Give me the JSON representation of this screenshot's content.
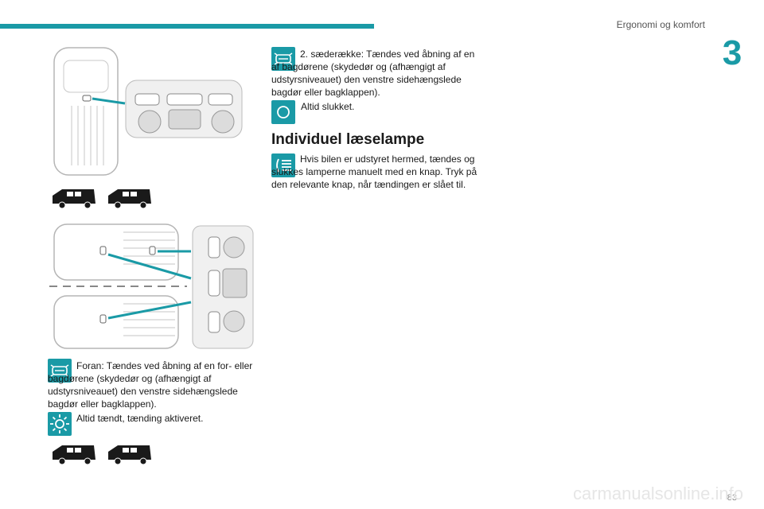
{
  "header": {
    "section_title": "Ergonomi og komfort",
    "chapter_number": "3"
  },
  "footer": {
    "page_number": "83",
    "watermark": "carmanualsonline.info"
  },
  "left": {
    "front_label": "Foran: Tændes ved åbning af en for- eller bagdørene (skydedør og (afhængigt af udstyrsniveauet) den venstre sidehængslede bagdør eller bagklappen).",
    "always_on": "Altid tændt, tænding aktiveret."
  },
  "right": {
    "row2_label": "2. sæderække: Tændes ved åbning af en af bagdørene (skydedør og (afhængigt af udstyrsniveauet) den venstre sidehængslede bagdør eller bagklappen).",
    "always_off": "Altid slukket.",
    "heading": "Individuel læselampe",
    "reading_text": "Hvis bilen er udstyret hermed, tændes og slukkes lamperne manuelt med en knap. Tryk på den relevante knap, når tændingen er slået til."
  },
  "colors": {
    "accent": "#1a9aa6"
  }
}
